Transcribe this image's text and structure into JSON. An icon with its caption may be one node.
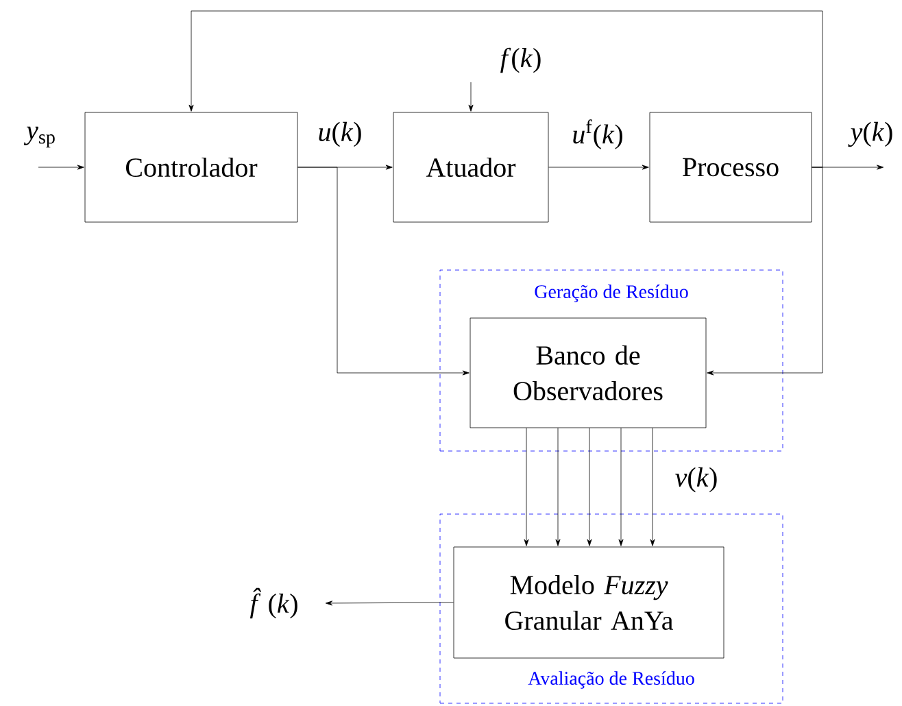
{
  "diagram": {
    "nodes": [
      {
        "text": [
          "Controlador"
        ]
      },
      {
        "text": [
          "Atuador"
        ]
      },
      {
        "text": [
          "Processo"
        ]
      },
      {
        "text": [
          "Geração de Resíduo"
        ]
      },
      {
        "text": [
          "Banco de Observadores"
        ],
        "in": 3
      },
      {
        "text": [
          "Avaliação de Resíduo"
        ]
      },
      {
        "text": [
          "Modelo *Fuzzy* Granular AnYa"
        ],
        "in": 5
      }
    ],
    "edges": [
      {
        "from": null,
        "to": 0,
        "arrow": "to",
        "label": "*y*$_{sp}$"
      },
      {
        "from": 0,
        "to": 1,
        "arrow": "to",
        "label": "*u*(*k*)"
      },
      {
        "from": 1,
        "to": 2,
        "arrow": "to",
        "label": "*u*$^{f}$(*k*)"
      },
      {
        "from": 2,
        "to": null,
        "arrow": "to",
        "label": "*y*(*k*)"
      },
      {
        "from": null,
        "to": 1,
        "arrow": "to",
        "label": "*f*(*k*)"
      },
      {
        "from": 2,
        "to": 0,
        "arrow": "to"
      },
      {
        "from": 0,
        "to": 4,
        "arrow": "to"
      },
      {
        "from": 2,
        "to": 4,
        "arrow": "to"
      },
      {
        "from": 4,
        "to": 6,
        "arrow": "to"
      },
      {
        "from": 4,
        "to": 6,
        "arrow": "to"
      },
      {
        "from": 4,
        "to": 6,
        "arrow": "to"
      },
      {
        "from": 4,
        "to": 6,
        "arrow": "to"
      },
      {
        "from": 4,
        "to": 6,
        "arrow": "to",
        "label": "*v*(*k*)"
      },
      {
        "from": 6,
        "to": null,
        "arrow": "to",
        "label": "*f̂*(*k*)"
      }
    ]
  }
}
